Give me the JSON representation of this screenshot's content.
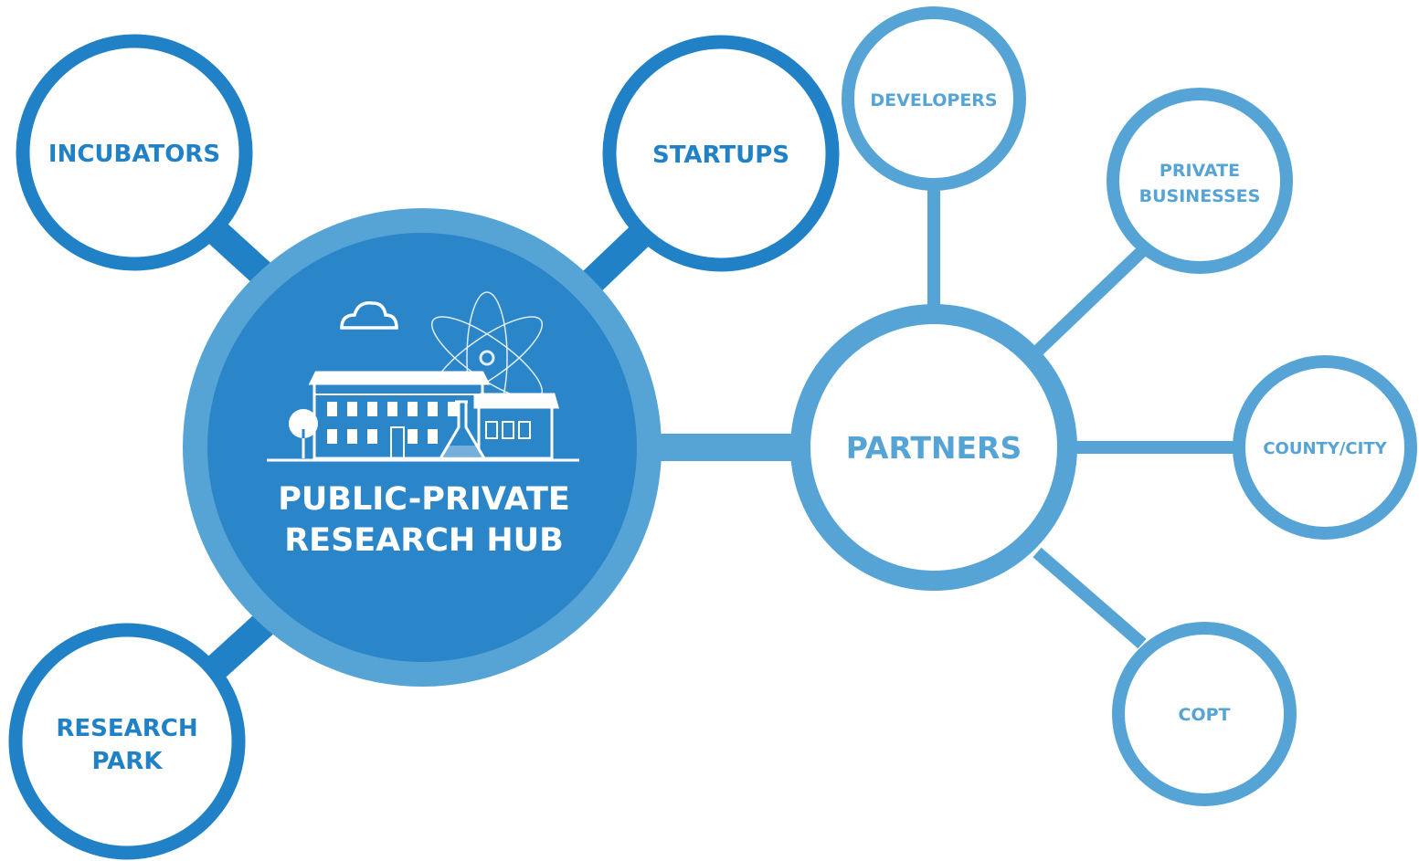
{
  "colors": {
    "dark_blue": "#2181c6",
    "light_blue": "#56a4d6",
    "hub_ring": "#56a4d6",
    "hub_fill": "#2b86c9",
    "background": "#ffffff"
  },
  "hub": {
    "line1": "PUBLIC-PRIVATE",
    "line2": "RESEARCH HUB",
    "icon": "research-campus-icon"
  },
  "hub_children": [
    {
      "id": "incubators",
      "lines": [
        "INCUBATORS"
      ]
    },
    {
      "id": "startups",
      "lines": [
        "STARTUPS"
      ]
    },
    {
      "id": "research-park",
      "lines": [
        "RESEARCH",
        "PARK"
      ]
    }
  ],
  "partners": {
    "label": "PARTNERS"
  },
  "partner_children": [
    {
      "id": "developers",
      "lines": [
        "DEVELOPERS"
      ]
    },
    {
      "id": "private-businesses",
      "lines": [
        "PRIVATE",
        "BUSINESSES"
      ]
    },
    {
      "id": "county-city",
      "lines": [
        "COUNTY/CITY"
      ]
    },
    {
      "id": "copt",
      "lines": [
        "COPT"
      ]
    }
  ]
}
